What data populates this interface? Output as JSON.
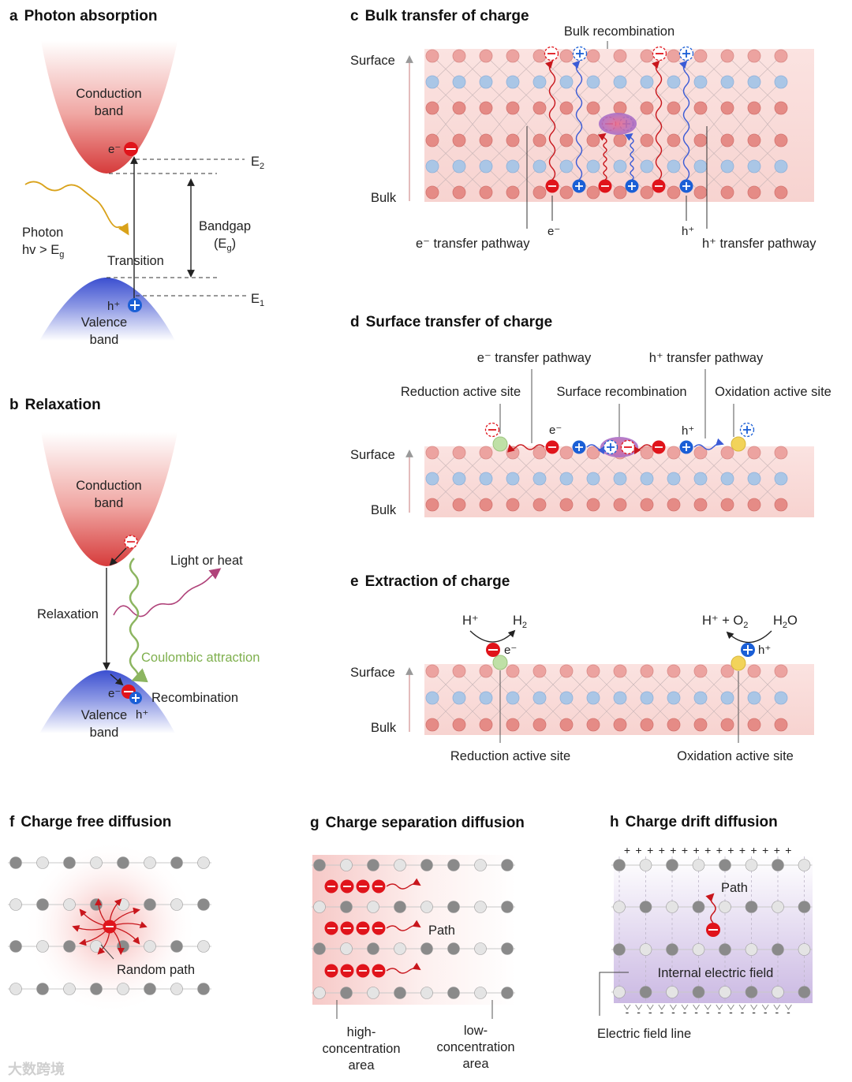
{
  "panels": {
    "a": {
      "letter": "a",
      "title": "Photon absorption",
      "conduction_band": [
        "Conduction",
        "band"
      ],
      "valence_band": [
        "Valence",
        "band"
      ],
      "electron": "e⁻",
      "hole": "h⁺",
      "e2": "E",
      "e2_sub": "2",
      "e1": "E",
      "e1_sub": "1",
      "bandgap": "Bandgap",
      "bandgap_sym": "(E",
      "bandgap_sub": "g",
      "bandgap_close": ")",
      "photon": "Photon",
      "photon_cond": "hv > E",
      "photon_sub": "g",
      "transition": "Transition"
    },
    "b": {
      "letter": "b",
      "title": "Relaxation",
      "conduction_band": [
        "Conduction",
        "band"
      ],
      "valence_band": [
        "Valence",
        "band"
      ],
      "light_or_heat": "Light or heat",
      "relaxation": "Relaxation",
      "coulombic": "Coulombic attraction",
      "recombination": "Recombination",
      "electron": "e⁻",
      "hole": "h⁺"
    },
    "c": {
      "letter": "c",
      "title": "Bulk transfer of charge",
      "bulk_recombination": "Bulk recombination",
      "surface": "Surface",
      "bulk": "Bulk",
      "e_pathway": "e⁻ transfer pathway",
      "h_pathway": "h⁺ transfer pathway",
      "electron": "e⁻",
      "hole": "h⁺"
    },
    "d": {
      "letter": "d",
      "title": "Surface transfer of charge",
      "e_pathway": "e⁻ transfer pathway",
      "h_pathway": "h⁺ transfer pathway",
      "reduction_site": "Reduction active site",
      "surface_recombination": "Surface recombination",
      "oxidation_site": "Oxidation active site",
      "surface": "Surface",
      "bulk": "Bulk",
      "electron": "e⁻",
      "hole": "h⁺"
    },
    "e": {
      "letter": "e",
      "title": "Extraction of charge",
      "h_plus": "H⁺",
      "h2": "H",
      "h2_sub": "2",
      "hplus_o2": "H⁺ + O",
      "o2_sub": "2",
      "h2o_a": "H",
      "h2o_sub": "2",
      "h2o_b": "O",
      "electron": "e⁻",
      "hole": "h⁺",
      "surface": "Surface",
      "bulk": "Bulk",
      "reduction_site": "Reduction active site",
      "oxidation_site": "Oxidation active site"
    },
    "f": {
      "letter": "f",
      "title": "Charge free diffusion",
      "random_path": "Random path"
    },
    "g": {
      "letter": "g",
      "title": "Charge separation diffusion",
      "path": "Path",
      "high": [
        "high-",
        "concentration",
        "area"
      ],
      "low": [
        "low-",
        "concentration",
        "area"
      ]
    },
    "h": {
      "letter": "h",
      "title": "Charge drift diffusion",
      "path": "Path",
      "internal_field": "Internal electric field",
      "field_line": "Electric field line"
    }
  },
  "watermark": "大数跨境",
  "colors": {
    "conduction": "#d63b3b",
    "valence": "#3b4fd0",
    "electron": "#e0141b",
    "hole": "#1b5fd6",
    "photon": "#d9a21a",
    "light": "#b0437a",
    "coulomb": "#8cb560",
    "atom_red": "#e58b86",
    "atom_blue": "#aac6e6",
    "site_green": "#bfe0a6",
    "site_yellow": "#f2d35a"
  }
}
